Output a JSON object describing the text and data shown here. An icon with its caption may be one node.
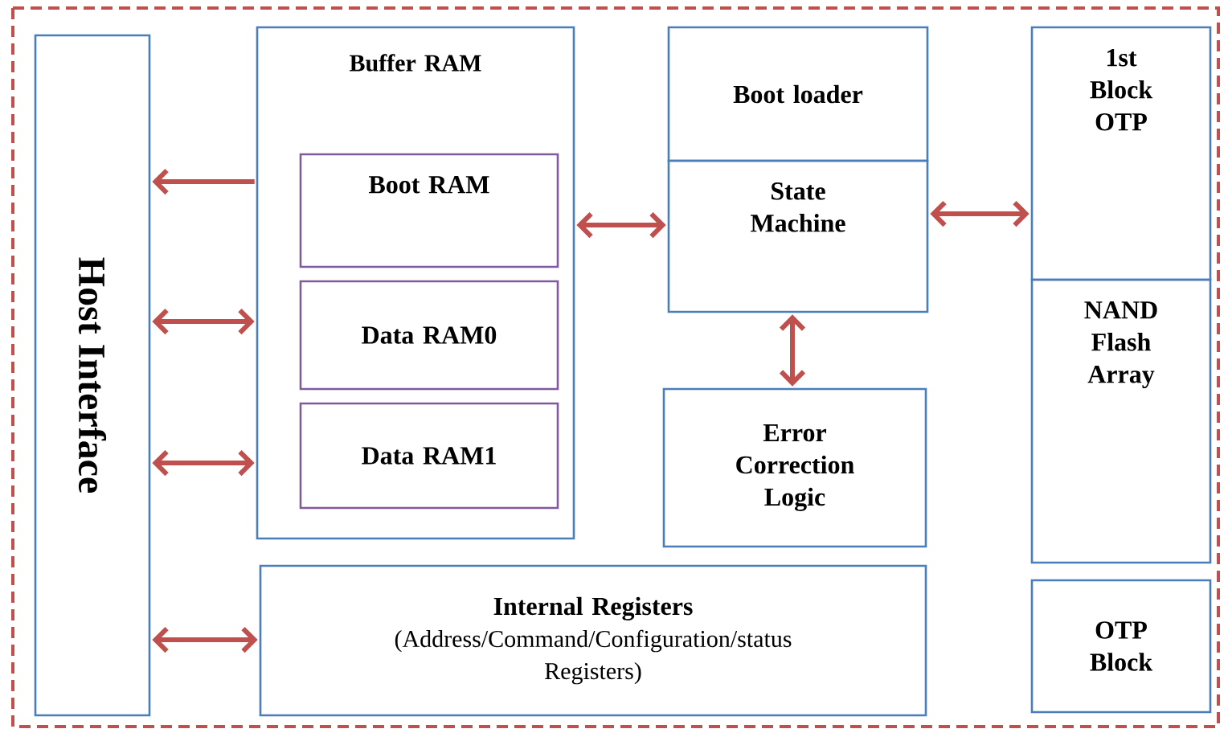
{
  "diagram": {
    "nodes": [
      {
        "text": [
          "Host Interface"
        ]
      },
      {
        "text": [
          "Buffer RAM"
        ]
      },
      {
        "text": [
          "Boot RAM"
        ],
        "in": 1
      },
      {
        "text": [
          "Data RAM0"
        ],
        "in": 1
      },
      {
        "text": [
          "Data RAM1"
        ],
        "in": 1
      },
      {
        "text": [
          "Boot loader"
        ]
      },
      {
        "text": [
          "State Machine"
        ]
      },
      {
        "text": [
          "1st Block OTP"
        ]
      },
      {
        "text": [
          "NAND Flash Array"
        ]
      },
      {
        "text": [
          "Error Correction Logic"
        ]
      },
      {
        "text": [
          "Internal Registers",
          "(Address/Command/Configuration/status Registers)"
        ]
      },
      {
        "text": [
          "OTP Block"
        ]
      }
    ],
    "edges": [
      {
        "from": 1,
        "to": 0,
        "arrow": "to"
      },
      {
        "from": 0,
        "to": 1,
        "arrow": "both"
      },
      {
        "from": 0,
        "to": 1,
        "arrow": "both"
      },
      {
        "from": 0,
        "to": 10,
        "arrow": "both"
      },
      {
        "from": 1,
        "to": 6,
        "arrow": "both"
      },
      {
        "from": 6,
        "to": 7,
        "arrow": "both"
      },
      {
        "from": 6,
        "to": 9,
        "arrow": "both"
      }
    ]
  }
}
